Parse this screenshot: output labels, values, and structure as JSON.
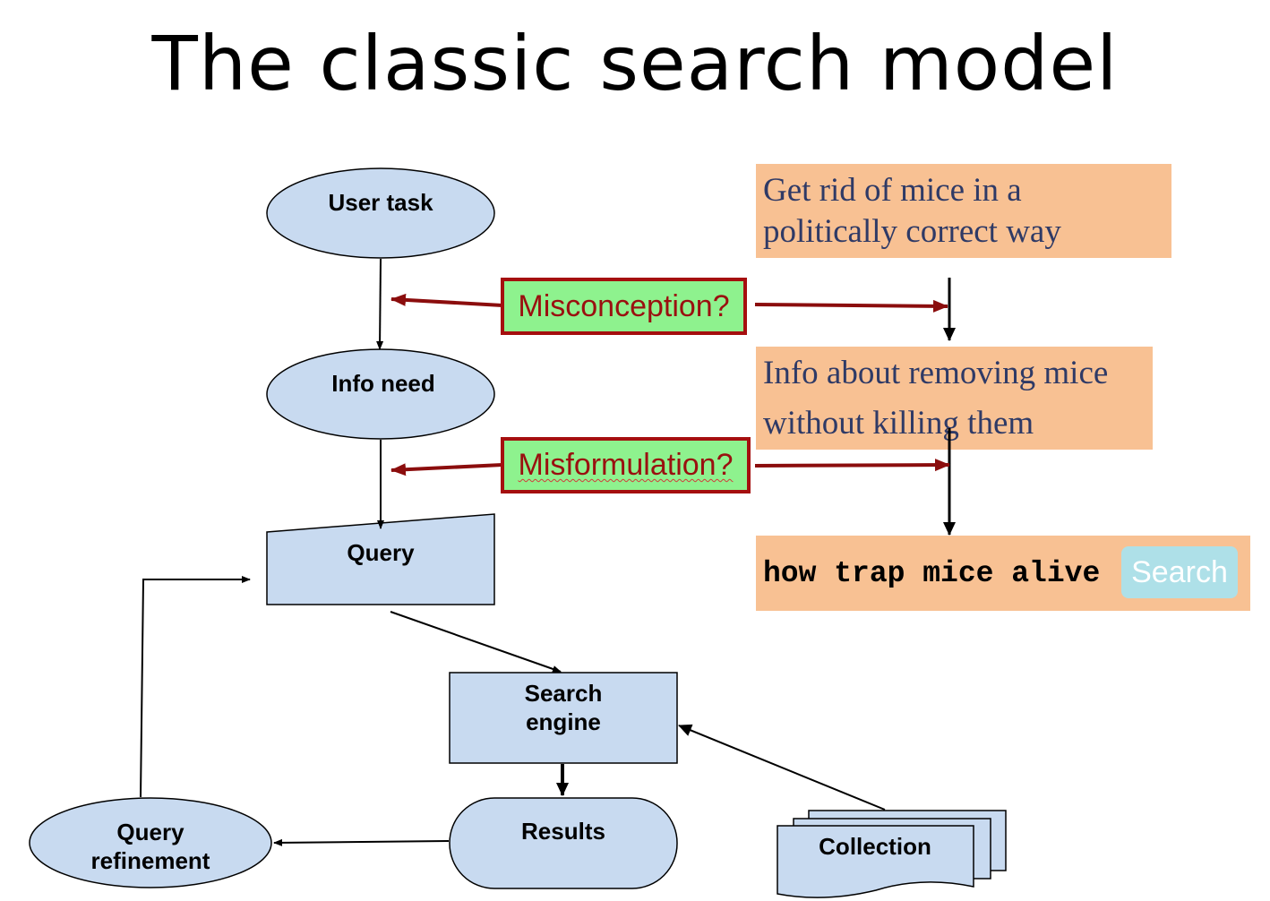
{
  "title": "The classic search model",
  "nodes": {
    "user_task": "User task",
    "info_need": "Info need",
    "query": "Query",
    "search_engine_line1": "Search",
    "search_engine_line2": "engine",
    "results": "Results",
    "query_refinement_line1": "Query",
    "query_refinement_line2": "refinement",
    "collection": "Collection"
  },
  "annotations": {
    "misconception": "Misconception?",
    "misformulation": "Misformulation?"
  },
  "examples": {
    "task_line1": "Get rid of mice in a",
    "task_line2": "politically correct way",
    "need_line1": "Info about removing mice",
    "need_line2": "without killing them",
    "query_text": "how trap mice alive",
    "search_button": "Search"
  },
  "colors": {
    "node_fill": "#c8daf0",
    "example_fill": "#f8c193",
    "annotation_fill": "#8ef28e",
    "annotation_border": "#a50f0f",
    "red_arrow": "#8b0d0d"
  }
}
